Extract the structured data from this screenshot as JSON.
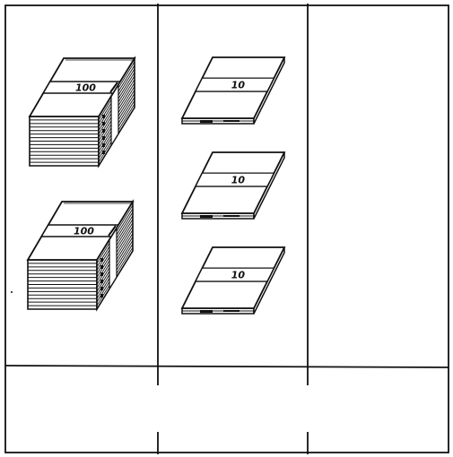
{
  "table": {
    "columns": [
      {
        "stacks": [
          {
            "label": "100",
            "kind": "large"
          },
          {
            "label": "100",
            "kind": "large"
          }
        ]
      },
      {
        "stacks": [
          {
            "label": "10",
            "kind": "small"
          },
          {
            "label": "10",
            "kind": "small"
          },
          {
            "label": "10",
            "kind": "small"
          }
        ]
      },
      {
        "stacks": []
      }
    ],
    "bottom_row": [
      "",
      "",
      ""
    ]
  },
  "colors": {
    "ink": "#111111",
    "paper": "#ffffff"
  }
}
